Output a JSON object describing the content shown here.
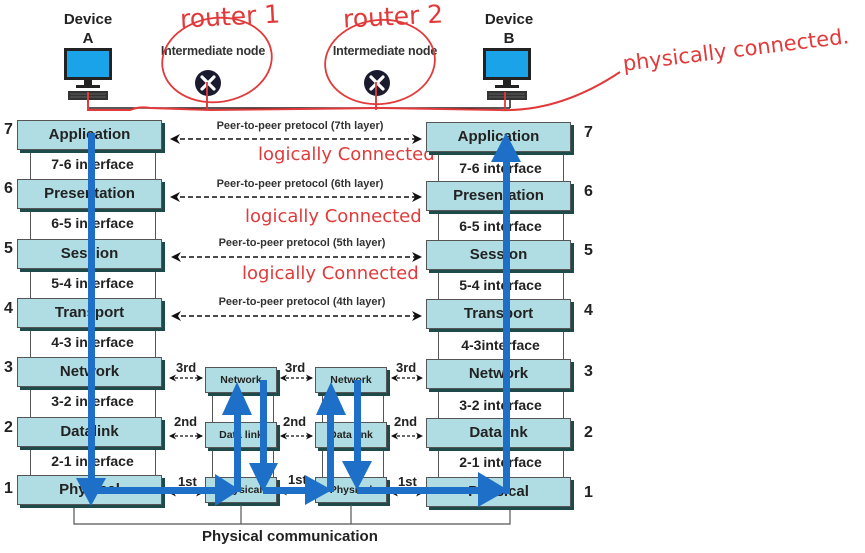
{
  "devices": {
    "a": {
      "label_line1": "Device",
      "label_line2": "A"
    },
    "b": {
      "label_line1": "Device",
      "label_line2": "B"
    }
  },
  "intermediate_nodes": [
    {
      "label": "Intermediate node",
      "annotation": "router 1"
    },
    {
      "label": "Intermediate node",
      "annotation": "router 2"
    }
  ],
  "annotations": {
    "physically": "physically connected.",
    "logically": [
      "logically Connected",
      "logically Connected",
      "logically Connected"
    ]
  },
  "stack_a": {
    "layers": [
      {
        "num": "7",
        "name": "Application"
      },
      {
        "num": "6",
        "name": "Presentation"
      },
      {
        "num": "5",
        "name": "Session"
      },
      {
        "num": "4",
        "name": "Transport"
      },
      {
        "num": "3",
        "name": "Network"
      },
      {
        "num": "2",
        "name": "Datalink"
      },
      {
        "num": "1",
        "name": "Physical"
      }
    ],
    "interfaces": [
      "7-6 interface",
      "6-5 interface",
      "5-4 interface",
      "4-3 interface",
      "3-2 interface",
      "2-1 interface"
    ]
  },
  "stack_b": {
    "layers": [
      {
        "num": "7",
        "name": "Application"
      },
      {
        "num": "6",
        "name": "Presentation"
      },
      {
        "num": "5",
        "name": "Session"
      },
      {
        "num": "4",
        "name": "Transport"
      },
      {
        "num": "3",
        "name": "Network"
      },
      {
        "num": "2",
        "name": "Datalink"
      },
      {
        "num": "1",
        "name": "Physical"
      }
    ],
    "interfaces": [
      "7-6 interface",
      "6-5 interface",
      "5-4 interface",
      "4-3interface",
      "3-2 interface",
      "2-1 interface"
    ]
  },
  "router_stacks": [
    {
      "layers": [
        "Network",
        "Data link",
        "Physical"
      ]
    },
    {
      "layers": [
        "Network",
        "Data link",
        "Physical"
      ]
    }
  ],
  "peer_protocols": [
    "Peer-to-peer pretocol (7th layer)",
    "Peer-to-peer pretocol (6th layer)",
    "Peer-to-peer pretocol (5th layer)",
    "Peer-to-peer pretocol (4th layer)"
  ],
  "hop_labels": {
    "network": "3rd",
    "datalink": "2nd",
    "physical": "1st"
  },
  "footer": "Physical communication",
  "colors": {
    "layer_fill": "#b0dde3",
    "layer_shadow": "#1f4a4a",
    "flow_arrow": "#1e6fc8",
    "annotation_red": "#e23a3a",
    "monitor_screen": "#1aa3e8"
  }
}
